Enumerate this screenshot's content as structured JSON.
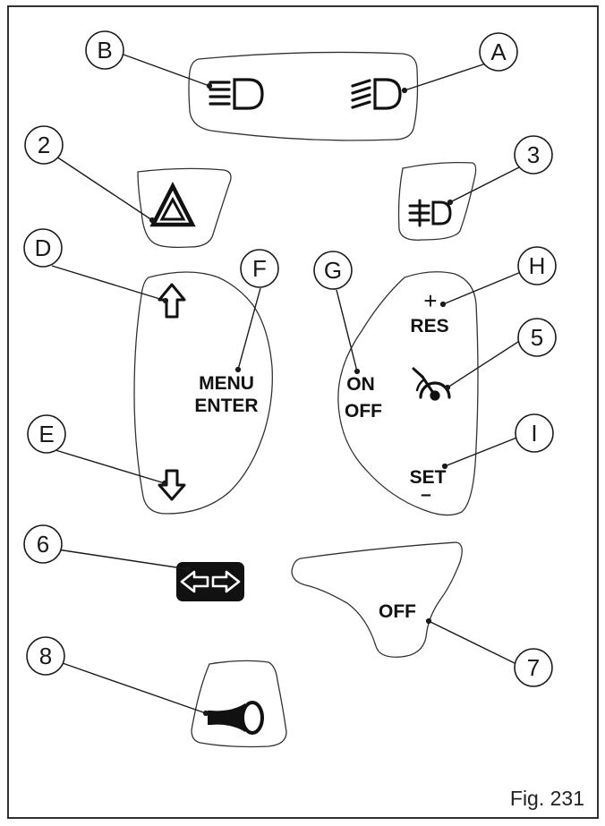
{
  "figure": {
    "caption": "Fig. 231"
  },
  "callouts": {
    "A": "A",
    "B": "B",
    "two": "2",
    "three": "3",
    "D": "D",
    "E": "E",
    "F": "F",
    "G": "G",
    "H": "H",
    "five": "5",
    "I": "I",
    "six": "6",
    "seven": "7",
    "eight": "8"
  },
  "buttons": {
    "menu_line1": "MENU",
    "menu_line2": "ENTER",
    "on": "ON",
    "off": "OFF",
    "res_plus": "+",
    "res": "RES",
    "set": "SET",
    "set_minus": "–",
    "engine_off": "OFF"
  },
  "icons": {
    "high_beam": "high-beam-headlight-icon",
    "low_beam": "low-beam-headlight-icon",
    "hazard": "hazard-warning-icon",
    "fog_light": "fog-light-icon",
    "arrow_up": "arrow-up-icon",
    "arrow_down": "arrow-down-icon",
    "cruise": "cruise-control-icon",
    "turn_signals": "turn-signal-icon",
    "horn": "horn-icon"
  },
  "colors": {
    "line": "#1a1a1a",
    "fill": "#ffffff",
    "ink": "#111111"
  }
}
